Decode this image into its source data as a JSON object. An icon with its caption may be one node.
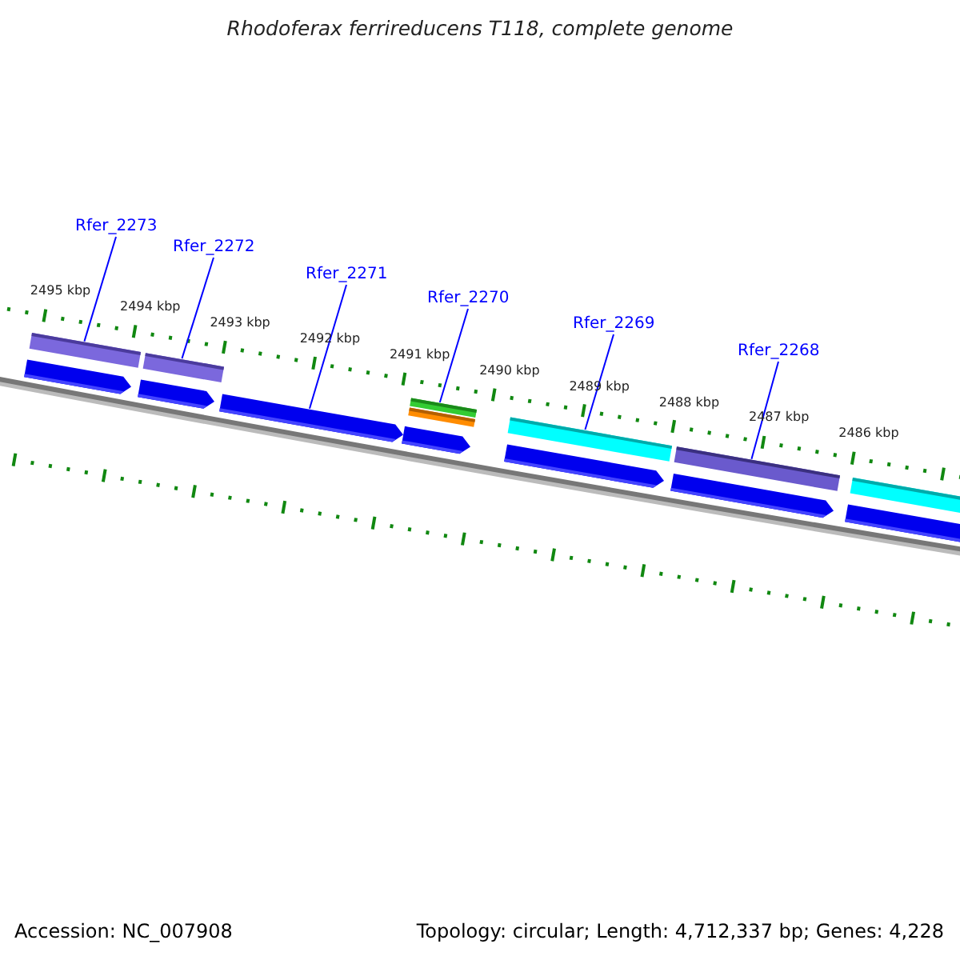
{
  "diagram": {
    "title": "Rhodoferax ferrireducens T118, complete genome",
    "nodes": [
      {
        "text": [
          "Rfer_2273"
        ]
      },
      {
        "text": [
          "Rfer_2272"
        ]
      },
      {
        "text": [
          "Rfer_2271"
        ]
      },
      {
        "text": [
          "Rfer_2270"
        ]
      },
      {
        "text": [
          "Rfer_2269"
        ]
      },
      {
        "text": [
          "Rfer_2268"
        ]
      },
      {
        "text": [],
        "shape": "bar"
      },
      {
        "text": [],
        "shape": "bar"
      },
      {
        "text": [],
        "shape": "arrow"
      },
      {
        "text": [],
        "shape": "bar"
      },
      {
        "text": [],
        "shape": "bar"
      },
      {
        "text": [],
        "shape": "bar"
      }
    ],
    "edges": [
      {
        "from": 0,
        "to": 6,
        "arrow": "none"
      },
      {
        "from": 1,
        "to": 7,
        "arrow": "none"
      },
      {
        "from": 2,
        "to": 8,
        "arrow": "none"
      },
      {
        "from": 3,
        "to": 9,
        "arrow": "none"
      },
      {
        "from": 4,
        "to": 10,
        "arrow": "none"
      },
      {
        "from": 5,
        "to": 11,
        "arrow": "none"
      }
    ],
    "labels": [
      "2495 kbp",
      "2494 kbp",
      "2493 kbp",
      "2492 kbp",
      "2491 kbp",
      "2490 kbp",
      "2489 kbp",
      "2488 kbp",
      "2487 kbp",
      "2486 kbp",
      "Accession: NC_007908",
      "Topology: circular; Length: 4,712,337 bp; Genes: 4,228"
    ]
  }
}
